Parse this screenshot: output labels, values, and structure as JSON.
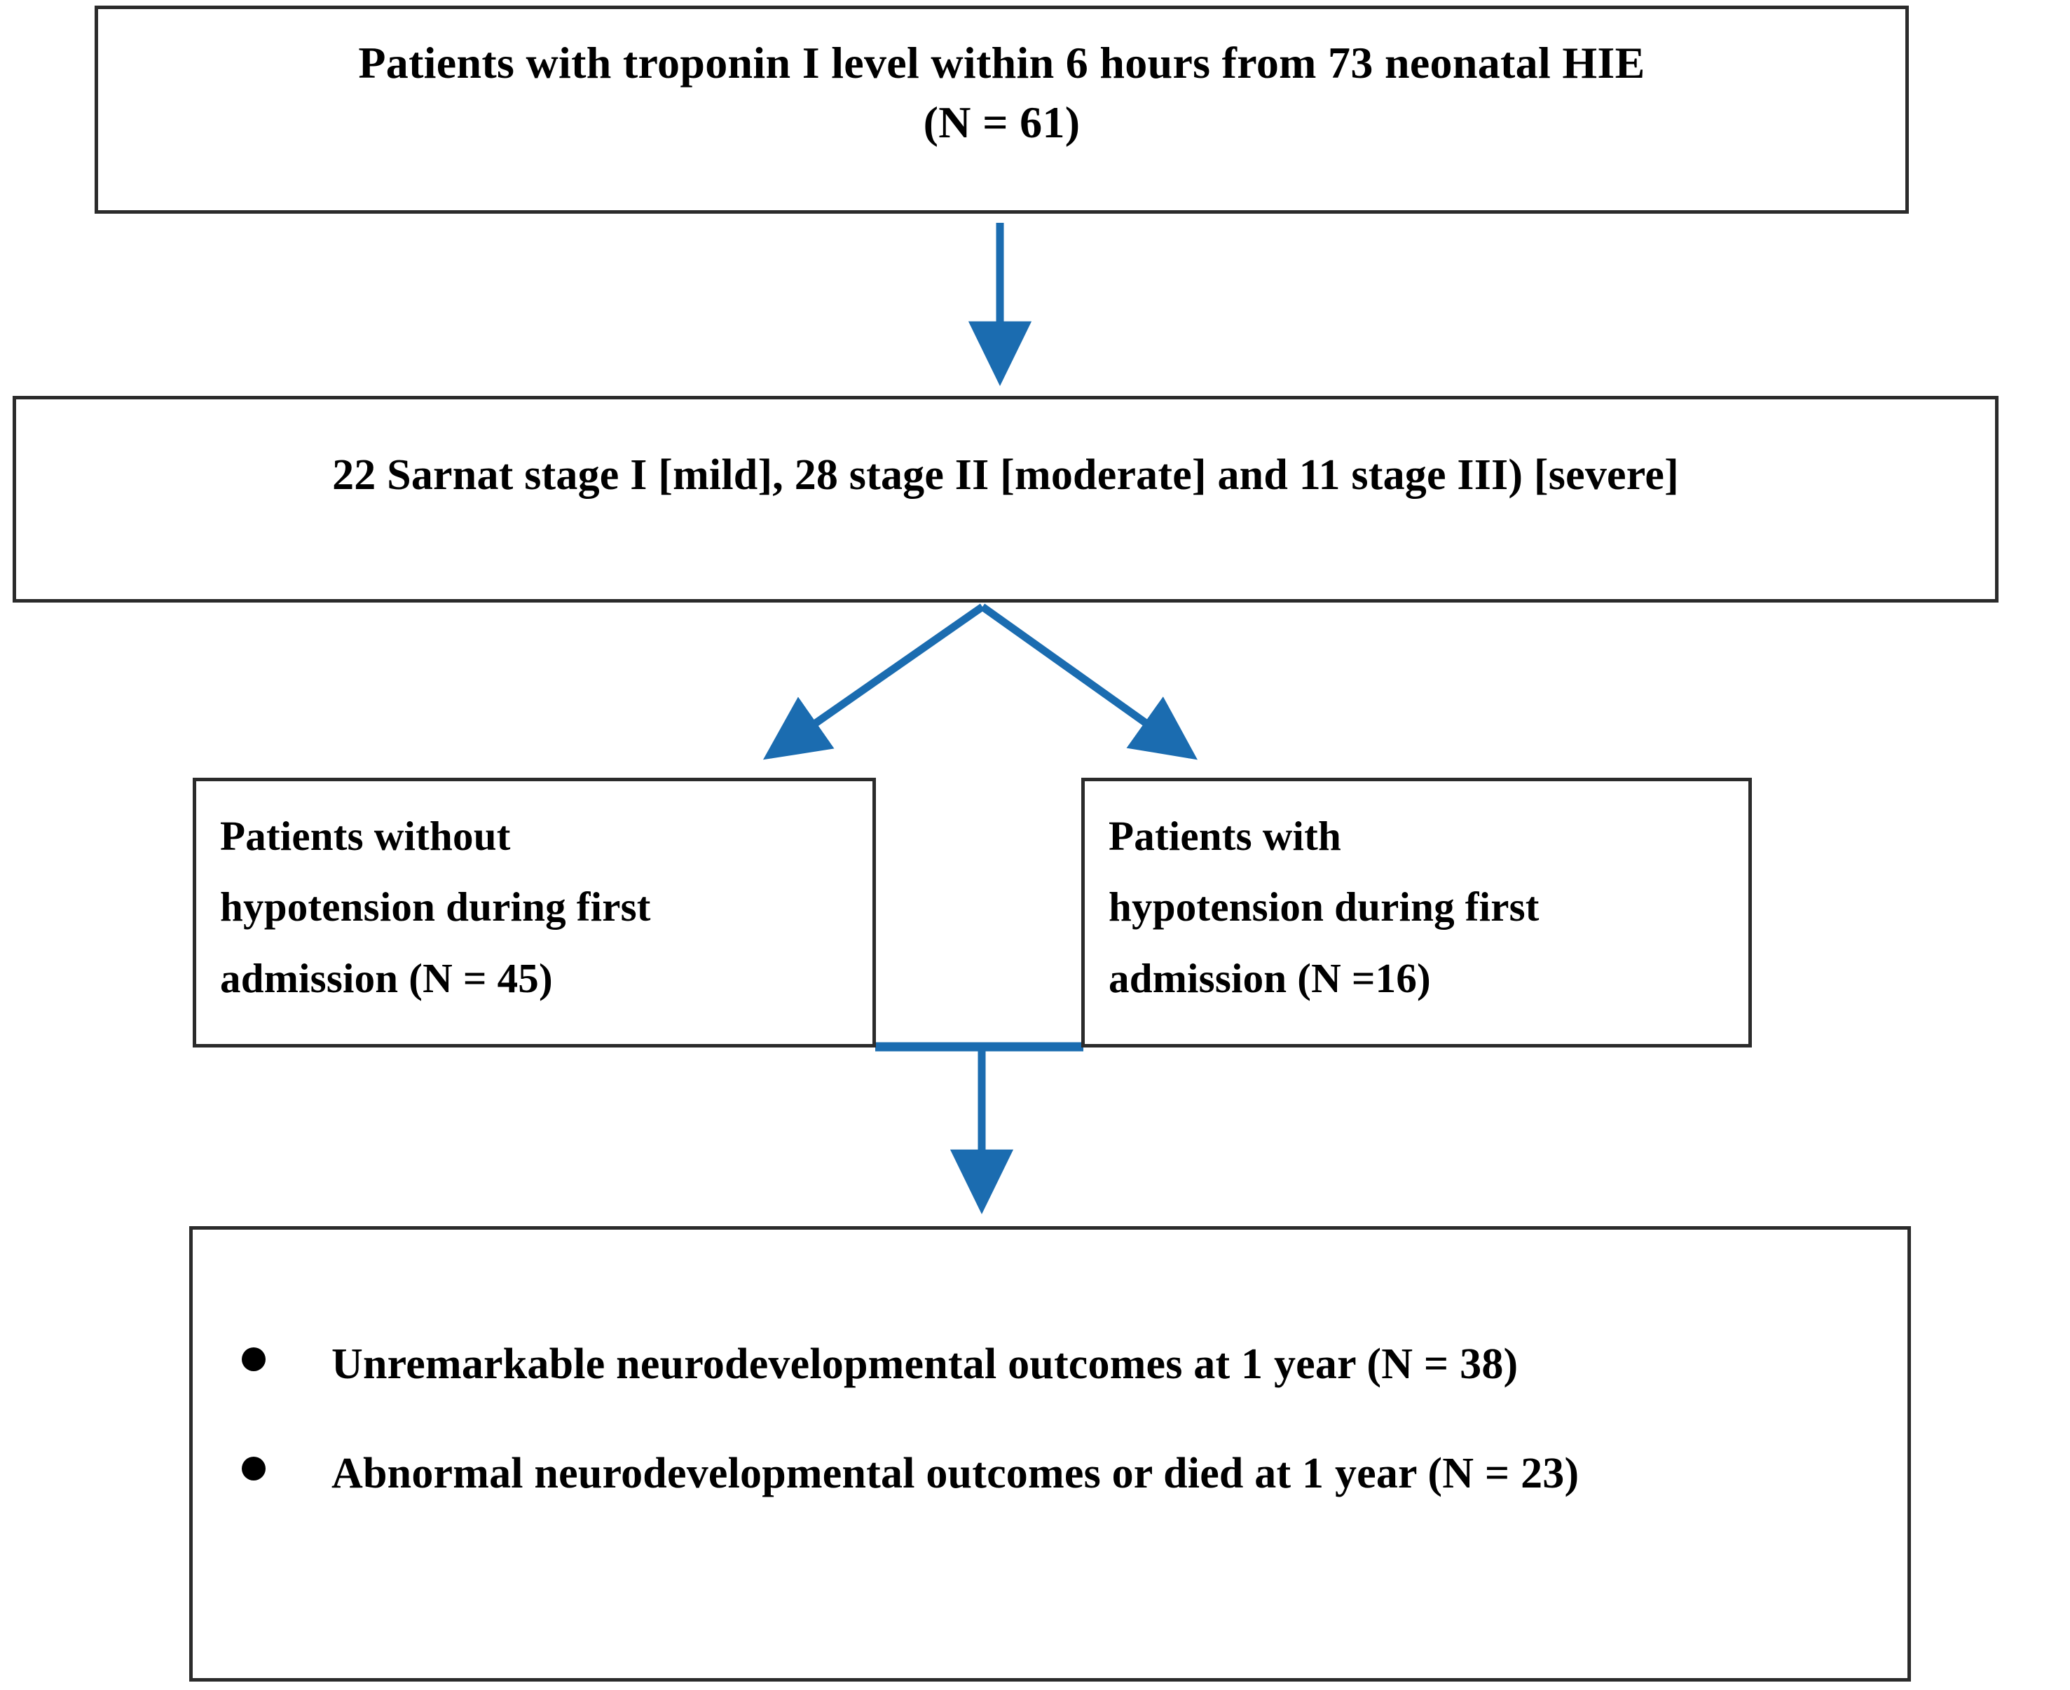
{
  "diagram": {
    "title": "Study flow diagram of neonatal HIE troponin I cohort",
    "accent_color": "#1B6CB0",
    "border_color": "#2B2B2B",
    "text_color": "#000000",
    "background_color": "#FFFFFF"
  },
  "nodes": {
    "cohort": {
      "line1": "Patients with troponin I level within 6 hours from 73 neonatal HIE",
      "line2": "(N = 61)"
    },
    "staging": {
      "line1": "22 Sarnat stage I [mild], 28 stage II [moderate] and 11 stage III) [severe]"
    },
    "no_hypotension": {
      "line1": "Patients without",
      "line2": "hypotension during first",
      "line3": "admission (N = 45)"
    },
    "hypotension": {
      "line1": "Patients with",
      "line2": "hypotension during first",
      "line3": "admission (N =16)"
    },
    "outcomes": {
      "items": [
        "Unremarkable neurodevelopmental outcomes at 1 year (N = 38)",
        "Abnormal neurodevelopmental outcomes or died at 1 year (N = 23)"
      ]
    }
  },
  "connectors": [
    {
      "name": "cohort-to-staging",
      "icon": "down-arrow-icon"
    },
    {
      "name": "staging-to-no-hypotension",
      "icon": "diagonal-left-arrow-icon"
    },
    {
      "name": "staging-to-hypotension",
      "icon": "diagonal-right-arrow-icon"
    },
    {
      "name": "branches-to-outcomes",
      "icon": "down-arrow-icon"
    }
  ]
}
